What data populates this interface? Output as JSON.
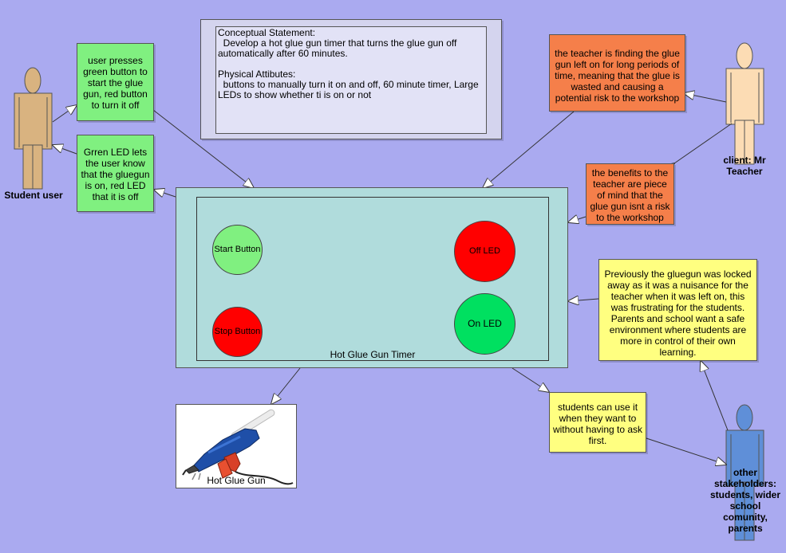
{
  "conceptual": {
    "heading": "Conceptual Statement:",
    "statement": "  Develop a hot glue gun timer that turns the glue gun off automatically after 60 minutes.",
    "physical_heading": "Physical Attibutes:",
    "physical": "  buttons to manually turn it on and off, 60 minute timer, Large LEDs to show whether ti is on or not"
  },
  "notes": {
    "user_presses": "user presses green button to start the glue gun, red button to turn it off",
    "green_led": "Grren LED lets the user know that the gluegun is on, red LED that it is off",
    "teacher_problem": "the teacher is finding the glue gun left on for long periods of time, meaning that the glue is wasted and causing a potential risk to the workshop",
    "teacher_benefits": "the benefits to the teacher are piece of mind that the glue gun isnt a risk to the workshop",
    "previously": "Previously the gluegun was locked away as it was a nuisance for the teacher when it was left on, this was frustrating for the students. Parents and school want a safe environment where students are more in control of their own learning.",
    "students_use": "students can use it when they want to without having to ask first."
  },
  "device": {
    "title": "Hot Glue Gun Timer",
    "start_button": "Start Button",
    "stop_button": "Stop Button",
    "off_led": "Off LED",
    "on_led": "On LED"
  },
  "glue_gun": {
    "label": "Hot Glue Gun"
  },
  "actors": {
    "student": "Student user",
    "client": "client: Mr Teacher",
    "others": "other stakeholders: students, wider school comunity, parents"
  },
  "colors": {
    "background": "#aaaaf0",
    "green_note": "#80f080",
    "orange_note": "#f57f4a",
    "yellow_note": "#ffff80",
    "student_actor": "#d9b380",
    "client_actor": "#fcdcb4",
    "stakeholder_actor": "#5f8fd8",
    "start_button": "#80f080",
    "stop_button": "#ff0000",
    "off_led": "#ff0000",
    "on_led": "#00e060",
    "device": "#b0dcdc"
  }
}
